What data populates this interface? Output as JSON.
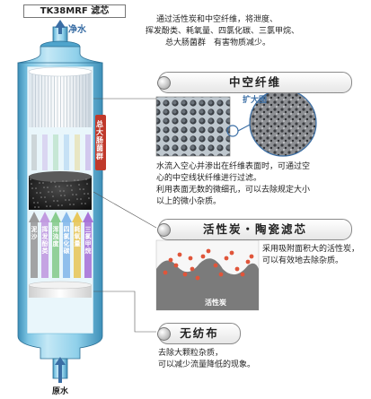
{
  "title": "TK38MRF 滤芯",
  "outlet_label": "净水",
  "inlet_label": "原水",
  "intro": [
    "通过活性炭和中空纤维，将泄度、",
    "挥发酚类、耗氧量、四氯化碳、三氯甲烷、",
    "总大肠菌群　有害物质减少。"
  ],
  "sections": {
    "hollow_fiber": {
      "title": "中空纤维",
      "zoom_label": "扩大图",
      "desc": [
        "水流入空心并渗出在纤维表面时，可通过空",
        "心的中空线状纤维进行过滤。",
        "利用表面无数的微细孔，可以去除规定大小",
        "以上的微小杂质。"
      ]
    },
    "carbon": {
      "title": "活性炭・陶瓷滤芯",
      "inset_label": "活性炭",
      "desc": [
        "采用吸附面积大的活性炭，",
        "可以有效地去除杂质。"
      ]
    },
    "nonwoven": {
      "title": "无纺布",
      "desc": [
        "去除大颗粒杂质，",
        "可以减少流量降低的现象。"
      ]
    }
  },
  "arrows": [
    {
      "label": "泥沙",
      "color": "#9a9a9a"
    },
    {
      "label": "挥发酚类",
      "color": "#c19be0"
    },
    {
      "label": "浑浊度",
      "color": "#88cc8f"
    },
    {
      "label": "四氯化碳",
      "color": "#86b9ea"
    },
    {
      "label": "耗氧量",
      "color": "#e8c85c"
    },
    {
      "label": "三氯甲烷",
      "color": "#a874d8"
    }
  ],
  "bacteria_label": "总大肠菌群",
  "colors": {
    "body": "#7ec6e4",
    "accent": "#c0392b",
    "arrow": "#3a6ea5"
  }
}
